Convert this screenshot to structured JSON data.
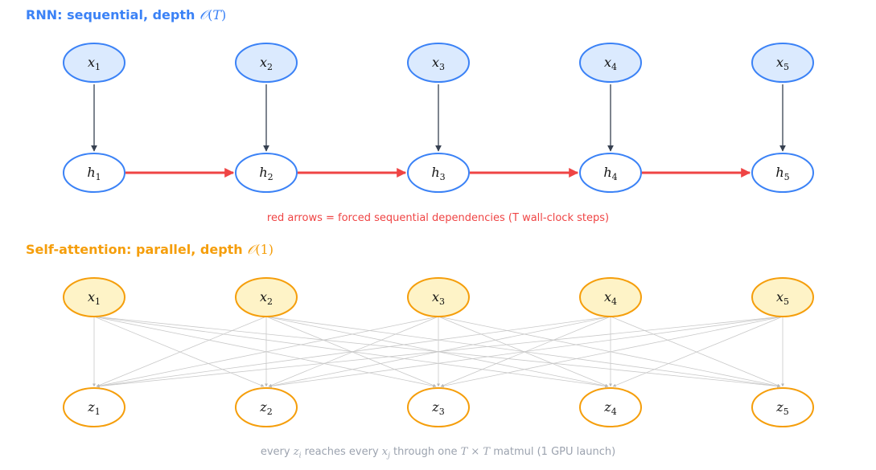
{
  "colors": {
    "rnn_accent": "#3b82f6",
    "rnn_fill": "#dbeafe",
    "attn_accent": "#f59e0b",
    "attn_fill": "#fef3c7",
    "red_arrow": "#ef4444",
    "dark_arrow": "#374151",
    "grey_line": "#c8c8c8",
    "grey_caption": "#9ca3af"
  },
  "rnn": {
    "title_text": "RNN: sequential, depth ",
    "title_complexity": "𝒪",
    "title_arg": "T",
    "inputs": [
      {
        "var": "x",
        "sub": "1"
      },
      {
        "var": "x",
        "sub": "2"
      },
      {
        "var": "x",
        "sub": "3"
      },
      {
        "var": "x",
        "sub": "4"
      },
      {
        "var": "x",
        "sub": "5"
      }
    ],
    "hidden": [
      {
        "var": "h",
        "sub": "1"
      },
      {
        "var": "h",
        "sub": "2"
      },
      {
        "var": "h",
        "sub": "3"
      },
      {
        "var": "h",
        "sub": "4"
      },
      {
        "var": "h",
        "sub": "5"
      }
    ],
    "caption": "red arrows = forced sequential dependencies (T wall-clock steps)"
  },
  "attention": {
    "title_text": "Self-attention: parallel, depth ",
    "title_complexity": "𝒪",
    "title_arg": "1",
    "inputs": [
      {
        "var": "x",
        "sub": "1"
      },
      {
        "var": "x",
        "sub": "2"
      },
      {
        "var": "x",
        "sub": "3"
      },
      {
        "var": "x",
        "sub": "4"
      },
      {
        "var": "x",
        "sub": "5"
      }
    ],
    "outputs": [
      {
        "var": "z",
        "sub": "1"
      },
      {
        "var": "z",
        "sub": "2"
      },
      {
        "var": "z",
        "sub": "3"
      },
      {
        "var": "z",
        "sub": "4"
      },
      {
        "var": "z",
        "sub": "5"
      }
    ],
    "caption": {
      "part1": "every ",
      "zi": "z",
      "zi_sub": "i",
      "part2": " reaches every ",
      "xj": "x",
      "xj_sub": "j",
      "part3": " through one ",
      "txt": "T × T",
      "part4": " matmul (1 GPU launch)"
    }
  }
}
